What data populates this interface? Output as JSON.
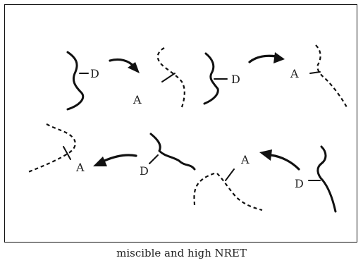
{
  "diagram": {
    "donor_label": "D",
    "acceptor_label": "A"
  },
  "caption": "miscible and high NRET"
}
